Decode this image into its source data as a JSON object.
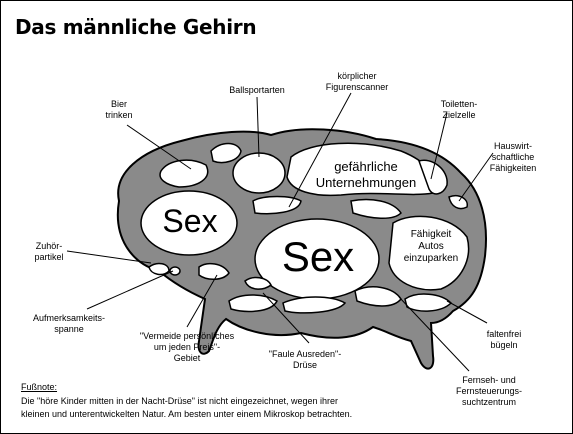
{
  "title": "Das männliche Gehirn",
  "regions": {
    "sex_left": "Sex",
    "sex_center": "Sex",
    "danger_line1": "gefährliche",
    "danger_line2": "Unternehmungen",
    "parking_line1": "Fähigkeit",
    "parking_line2": "Autos",
    "parking_line3": "einzuparken"
  },
  "labels": {
    "beer": [
      "Bier",
      "trinken"
    ],
    "ball": [
      "Ballsportarten"
    ],
    "scanner": [
      "körplicher",
      "Figurenscanner"
    ],
    "toilet": [
      "Toiletten-",
      "Zielzelle"
    ],
    "house": [
      "Hauswirt-",
      "schaftliche",
      "Fähigkeiten"
    ],
    "listen": [
      "Zuhör-",
      "partikel"
    ],
    "attention": [
      "Aufmerksamkeits-",
      "spanne"
    ],
    "avoid": [
      "\"Vermeide persönliches",
      "um jeden Preis\"-",
      "Gebiet"
    ],
    "excuse": [
      "\"Faule Ausreden\"-",
      "Drüse"
    ],
    "fold": [
      "faltenfrei",
      "bügeln"
    ],
    "tv": [
      "Fernseh- und",
      "Fernsteuerungs-",
      "suchtzentrum"
    ]
  },
  "footnote": {
    "heading": "Fußnote:",
    "line1": "Die \"höre Kinder mitten in der Nacht-Drüse\" ist nicht eingezeichnet, wegen  ihrer",
    "line2": "kleinen und unterentwickelten Natur. Am besten unter einem Mikroskop betrachten."
  },
  "colors": {
    "brain_fill": "#8a8a8a",
    "outline": "#000000",
    "region": "#ffffff"
  }
}
